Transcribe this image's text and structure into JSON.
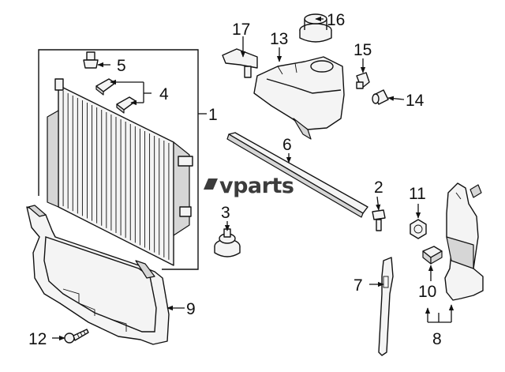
{
  "callouts": [
    "1",
    "2",
    "3",
    "4",
    "5",
    "6",
    "7",
    "8",
    "9",
    "10",
    "11",
    "12",
    "13",
    "14",
    "15",
    "16",
    "17"
  ],
  "watermark": {
    "text": "vparts",
    "brand_color": "#3c3c3c"
  },
  "colors": {
    "line": "#111111",
    "part_fill": "#f4f4f4",
    "shade": "#d6d6d6"
  }
}
